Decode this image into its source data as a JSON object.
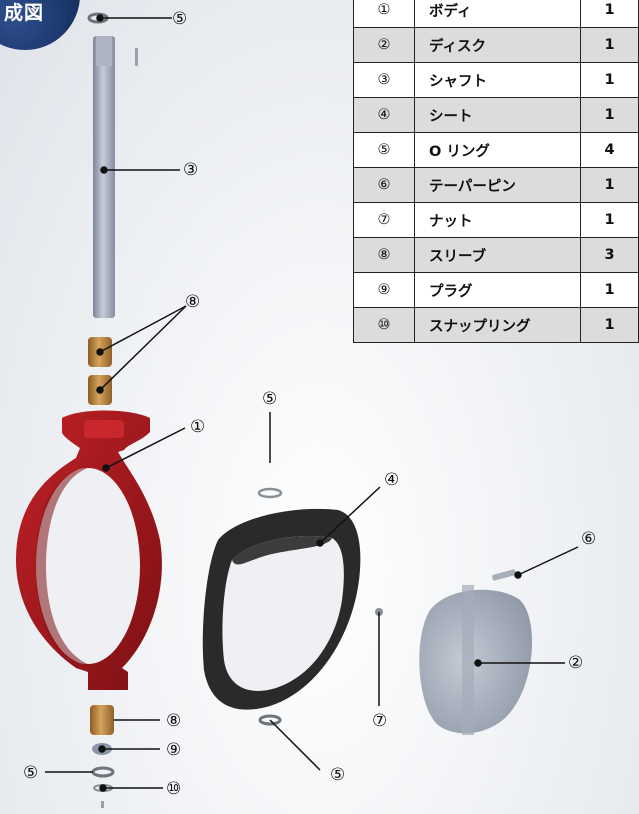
{
  "badge": {
    "text": "成図"
  },
  "callouts": {
    "c1": "①",
    "c2": "②",
    "c3": "③",
    "c4": "④",
    "c5a": "⑤",
    "c5b": "⑤",
    "c5c": "⑤",
    "c5d": "⑤",
    "c6": "⑥",
    "c7": "⑦",
    "c8a": "⑧",
    "c8b": "⑧",
    "c9": "⑨",
    "c10": "⑩"
  },
  "parts_table": {
    "rows": [
      {
        "no": "①",
        "name": "ボディ",
        "qty": "1"
      },
      {
        "no": "②",
        "name": "ディスク",
        "qty": "1"
      },
      {
        "no": "③",
        "name": "シャフト",
        "qty": "1"
      },
      {
        "no": "④",
        "name": "シート",
        "qty": "1"
      },
      {
        "no": "⑤",
        "name": "O リング",
        "qty": "4"
      },
      {
        "no": "⑥",
        "name": "テーパーピン",
        "qty": "1"
      },
      {
        "no": "⑦",
        "name": "ナット",
        "qty": "1"
      },
      {
        "no": "⑧",
        "name": "スリーブ",
        "qty": "3"
      },
      {
        "no": "⑨",
        "name": "プラグ",
        "qty": "1"
      },
      {
        "no": "⑩",
        "name": "スナップリング",
        "qty": "1"
      }
    ]
  },
  "colors": {
    "body": "#a8171b",
    "seat": "#2b2b2b",
    "disc": "#a9b0bd",
    "shaft": "#9aa2b4",
    "sleeve": "#b4823f",
    "badge": "#183365"
  }
}
